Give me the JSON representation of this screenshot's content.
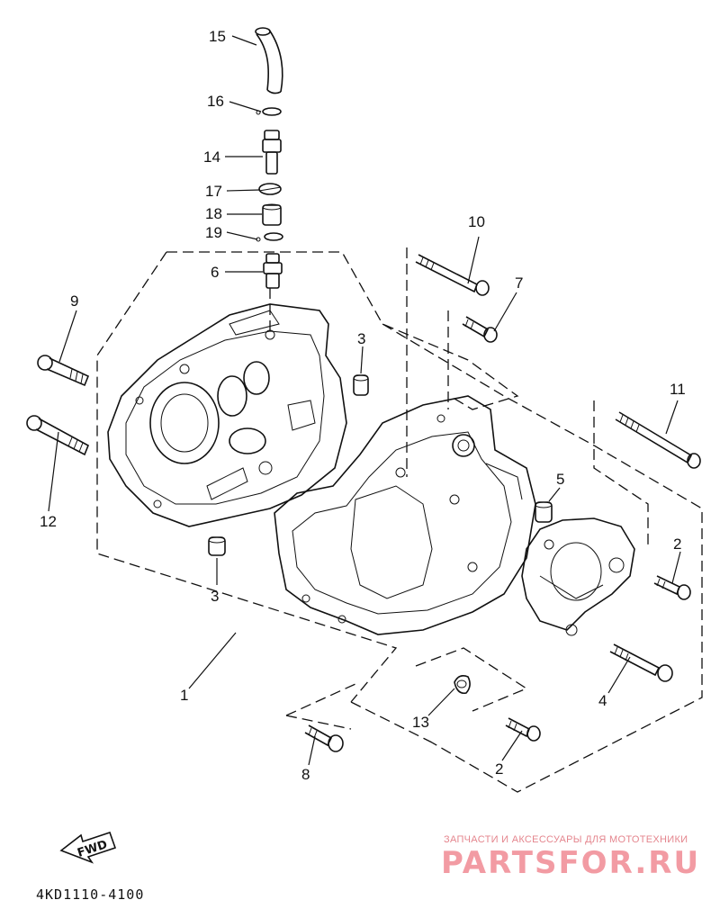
{
  "diagram": {
    "callouts": [
      {
        "id": "c15",
        "text": "15"
      },
      {
        "id": "c16",
        "text": "16"
      },
      {
        "id": "c14",
        "text": "14"
      },
      {
        "id": "c17",
        "text": "17"
      },
      {
        "id": "c18",
        "text": "18"
      },
      {
        "id": "c19",
        "text": "19"
      },
      {
        "id": "c6",
        "text": "6"
      },
      {
        "id": "c10",
        "text": "10"
      },
      {
        "id": "c7",
        "text": "7"
      },
      {
        "id": "c9",
        "text": "9"
      },
      {
        "id": "c3a",
        "text": "3"
      },
      {
        "id": "c11",
        "text": "11"
      },
      {
        "id": "c12",
        "text": "12"
      },
      {
        "id": "c5",
        "text": "5"
      },
      {
        "id": "c2a",
        "text": "2"
      },
      {
        "id": "c3b",
        "text": "3"
      },
      {
        "id": "c1",
        "text": "1"
      },
      {
        "id": "c4",
        "text": "4"
      },
      {
        "id": "c13",
        "text": "13"
      },
      {
        "id": "c2b",
        "text": "2"
      },
      {
        "id": "c8",
        "text": "8"
      }
    ],
    "fwd_label": "FWD",
    "part_code": "4KD1110-4100"
  },
  "watermark": {
    "tagline": "ЗАПЧАСТИ И АКСЕССУАРЫ ДЛЯ МОТОТЕХНИКИ",
    "brand": "PARTSFOR.RU",
    "color": "#f08a94"
  }
}
